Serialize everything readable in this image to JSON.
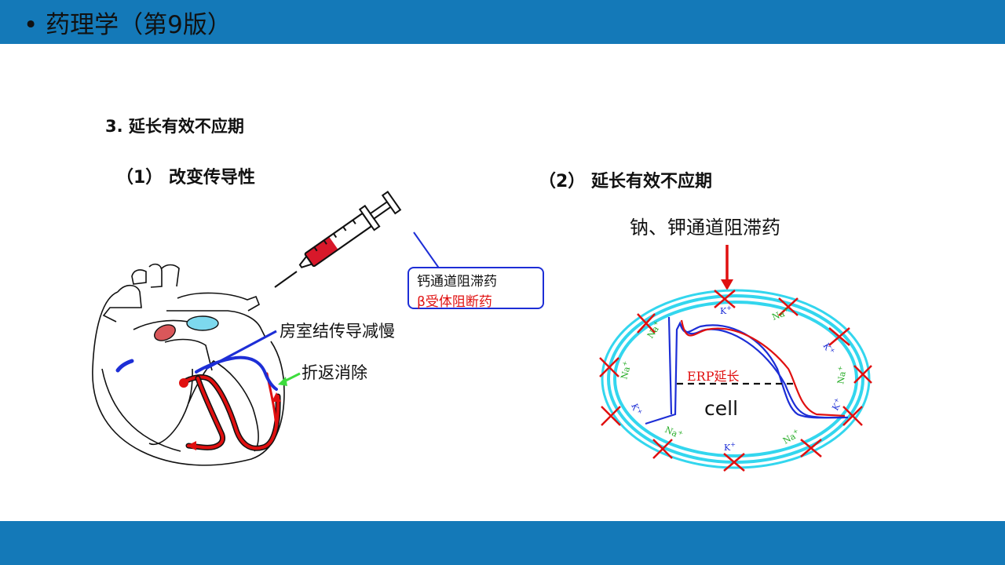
{
  "header": {
    "title": "• 药理学（第9版）"
  },
  "slide": {
    "section_title": "3. 延长有效不应期",
    "sub1": "（1）   改变传导性",
    "sub2": "（2）   延长有效不应期",
    "callout": {
      "line1": "钙通道阻滞药",
      "line2": "β受体阻断药"
    },
    "label_av_node": "房室结传导减慢",
    "label_reentry": "折返消除",
    "drug_label": "钠、钾通道阻滞药",
    "erp_label": "ERP延长",
    "cell_label": "cell",
    "ions": {
      "na": "Na",
      "k": "K"
    }
  },
  "colors": {
    "bar": "#1479b8",
    "membrane": "#33d6ee",
    "red": "#e01010",
    "blue": "#1d2ed6",
    "green": "#22aa22"
  }
}
